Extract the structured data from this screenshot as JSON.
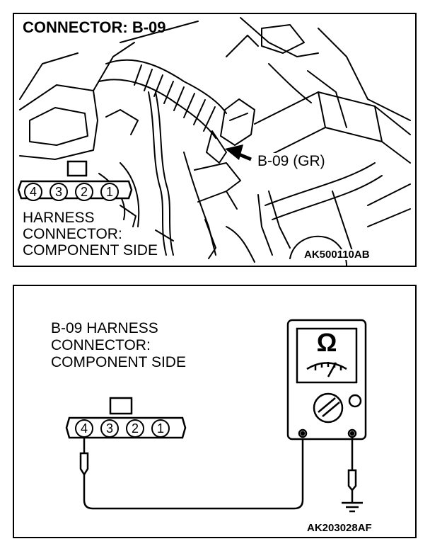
{
  "top_panel": {
    "title": "CONNECTOR: B-09",
    "callout": "B-09 (GR)",
    "harness_label": [
      "HARNESS",
      "CONNECTOR:",
      "COMPONENT SIDE"
    ],
    "pins": [
      "4",
      "3",
      "2",
      "1"
    ],
    "figure_code": "AK500110AB"
  },
  "bottom_panel": {
    "harness_label": [
      "B-09 HARNESS",
      "CONNECTOR:",
      "COMPONENT SIDE"
    ],
    "pins": [
      "4",
      "3",
      "2",
      "1"
    ],
    "meter_symbol": "Ω",
    "figure_code": "AK203028AF"
  }
}
